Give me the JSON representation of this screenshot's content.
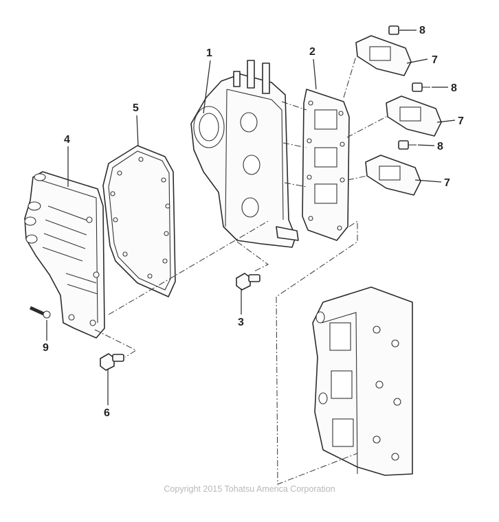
{
  "diagram": {
    "callouts": [
      {
        "id": "1",
        "label": "1"
      },
      {
        "id": "2",
        "label": "2"
      },
      {
        "id": "3",
        "label": "3"
      },
      {
        "id": "4",
        "label": "4"
      },
      {
        "id": "5",
        "label": "5"
      },
      {
        "id": "6",
        "label": "6"
      },
      {
        "id": "7a",
        "label": "7"
      },
      {
        "id": "7b",
        "label": "7"
      },
      {
        "id": "7c",
        "label": "7"
      },
      {
        "id": "8a",
        "label": "8"
      },
      {
        "id": "8b",
        "label": "8"
      },
      {
        "id": "8c",
        "label": "8"
      },
      {
        "id": "9",
        "label": "9"
      }
    ]
  },
  "footer": {
    "copyright": "Copyright 2015 Tohatsu America Corporation"
  }
}
